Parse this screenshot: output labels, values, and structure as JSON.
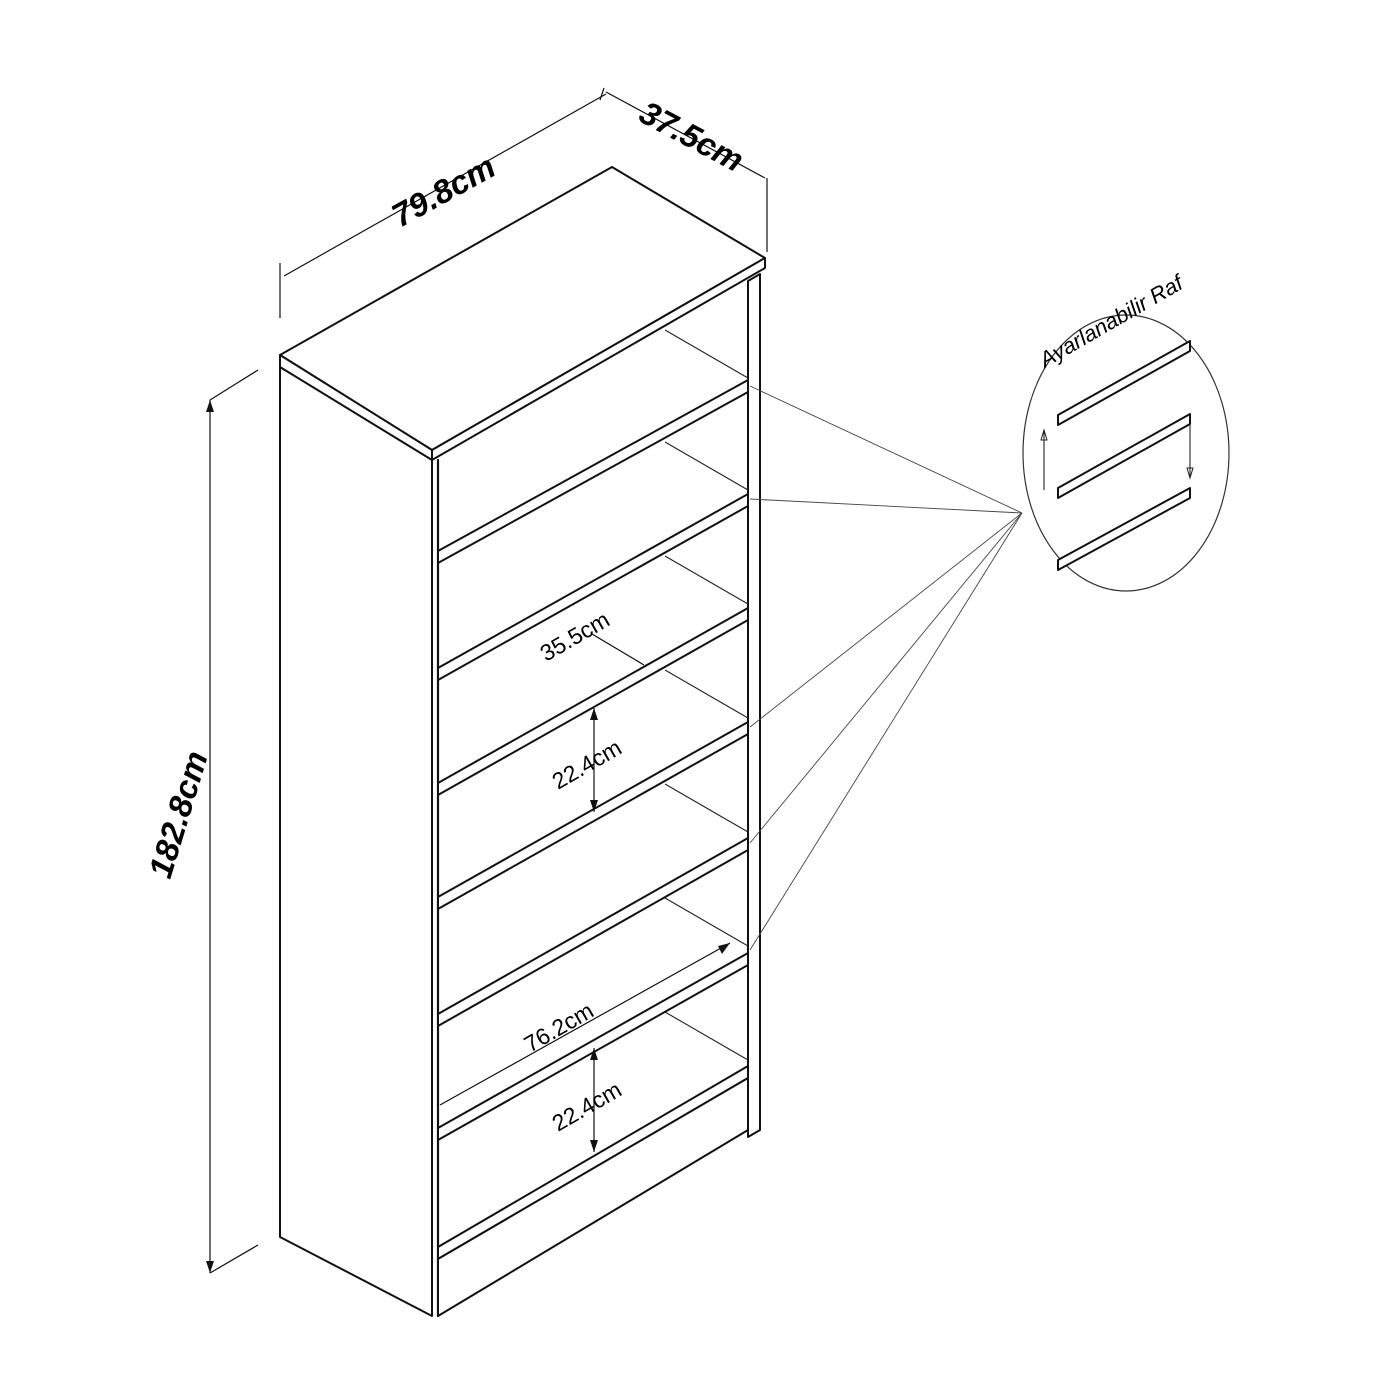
{
  "dimensions": {
    "width": "79.8cm",
    "depth": "37.5cm",
    "height": "182.8cm",
    "inner_depth": "35.5cm",
    "shelf_gap_upper": "22.4cm",
    "inner_width": "76.2cm",
    "shelf_gap_lower": "22.4cm"
  },
  "detail": {
    "title": "Ayarlanabilir Raf"
  }
}
